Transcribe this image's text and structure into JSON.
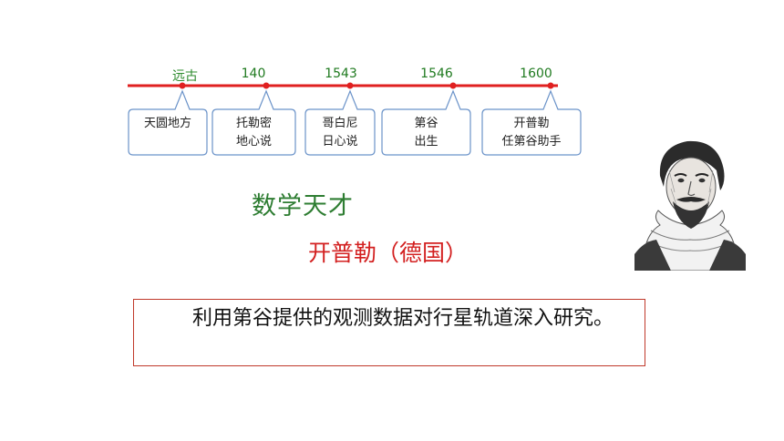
{
  "timeline": {
    "events": [
      {
        "year": "远古",
        "text": [
          "天圆地方"
        ]
      },
      {
        "year": "140",
        "text": [
          "托勒密",
          "地心说"
        ]
      },
      {
        "year": "1543",
        "text": [
          "哥白尼",
          "日心说"
        ]
      },
      {
        "year": "1546",
        "text": [
          "第谷",
          "出生"
        ]
      },
      {
        "year": "1600",
        "text": [
          "开普勒",
          "任第谷助手"
        ]
      }
    ],
    "colors": {
      "line": "#e02020",
      "year": "#1f7a1f",
      "callout_border": "#6b93c9"
    }
  },
  "heading": {
    "genius": "数学天才",
    "name": "开普勒（德国）"
  },
  "portrait": {
    "alt": "Kepler portrait engraving"
  },
  "textbox": {
    "text": "利用第谷提供的观测数据对行星轨道深入研究。"
  }
}
